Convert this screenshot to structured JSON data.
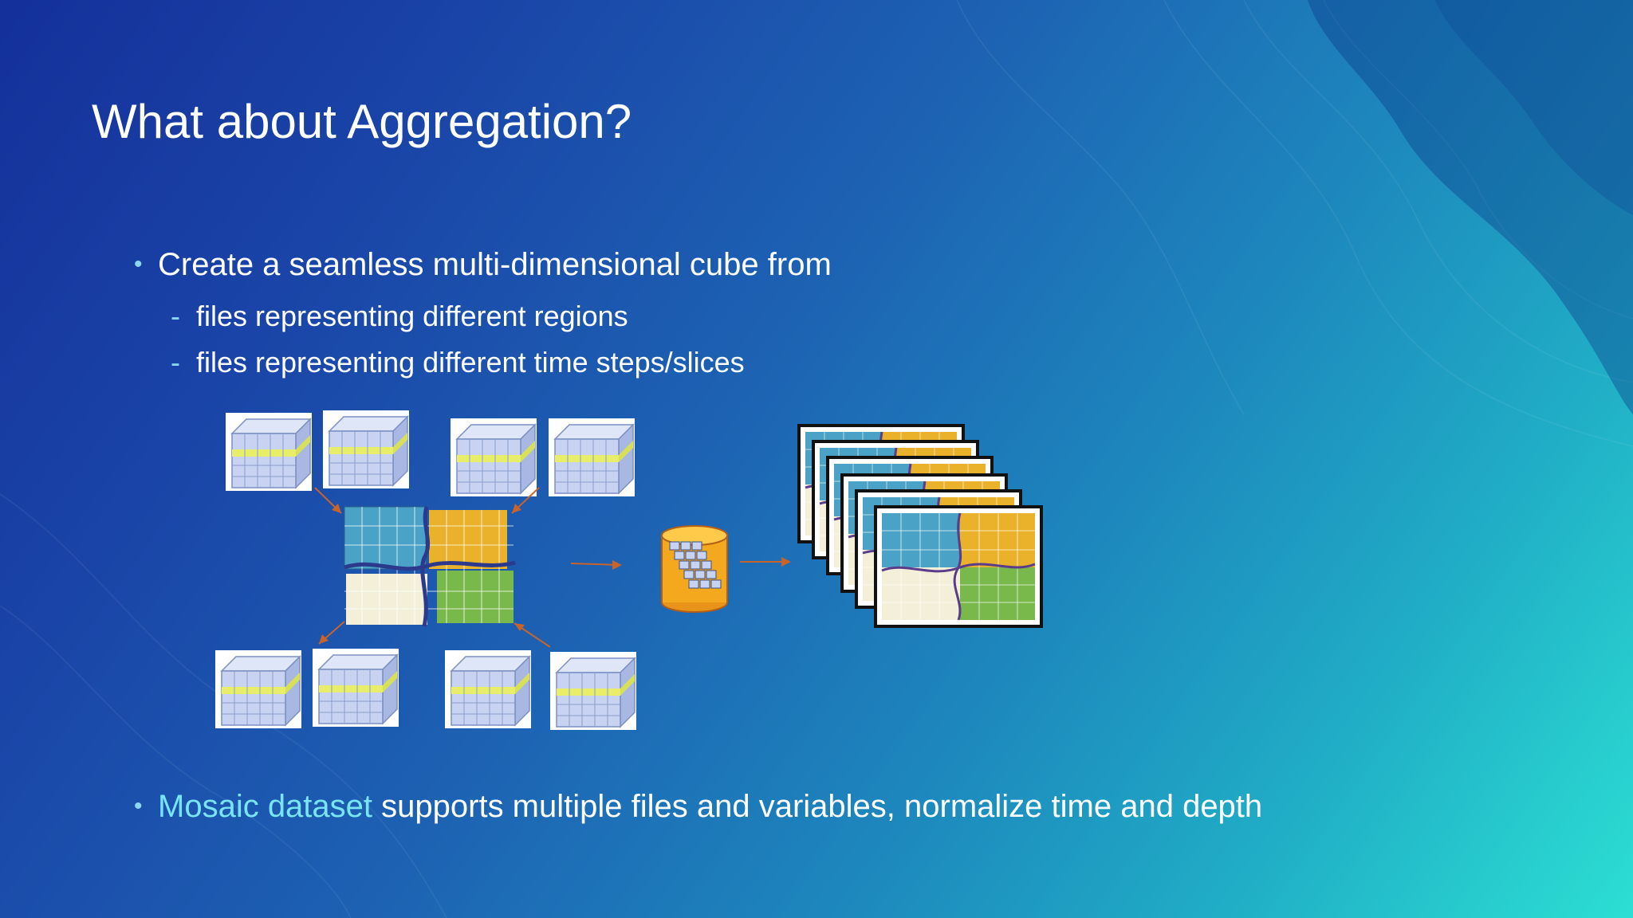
{
  "slide": {
    "title": "What about Aggregation?",
    "bullets": [
      {
        "text": "Create a seamless multi-dimensional cube from",
        "subitems": [
          "files representing different regions",
          "files representing different time steps/slices"
        ]
      },
      {
        "highlight": "Mosaic dataset",
        "text": " supports multiple files and variables, normalize time and depth"
      }
    ]
  },
  "colors": {
    "bullet_marker": "#8ad7ee",
    "highlight_text": "#79e4f2",
    "arrow": "#c8642a",
    "region_teal": "#4aa3c6",
    "region_orange": "#eab22a",
    "region_cream": "#f3efd9",
    "region_green": "#79b84a",
    "cube_face": "#c7d3f0",
    "cube_band": "#e8ee6a"
  },
  "icons": {
    "input_file": "data-cube-icon",
    "database": "mosaic-database-icon",
    "output": "time-slice-stack-icon"
  }
}
